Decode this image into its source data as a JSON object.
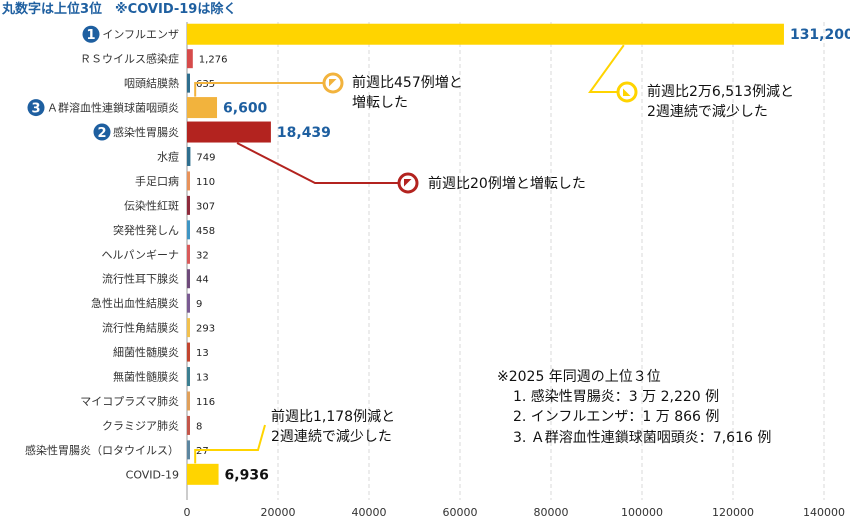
{
  "header": {
    "text": "丸数字は上位3位　※COVID-19は除く"
  },
  "chart_data": {
    "type": "bar",
    "orientation": "horizontal",
    "categories": [
      "インフルエンザ",
      "ＲＳウイルス感染症",
      "咽頭結膜熱",
      "Ａ群溶血性連鎖球菌咽頭炎",
      "感染性胃腸炎",
      "水痘",
      "手足口病",
      "伝染性紅斑",
      "突発性発しん",
      "ヘルパンギーナ",
      "流行性耳下腺炎",
      "急性出血性結膜炎",
      "流行性角結膜炎",
      "細菌性髄膜炎",
      "無菌性髄膜炎",
      "マイコプラズマ肺炎",
      "クラミジア肺炎",
      "感染性胃腸炎（ロタウイルス）",
      "COVID-19"
    ],
    "values": [
      131200,
      1276,
      635,
      6600,
      18439,
      749,
      110,
      307,
      458,
      32,
      44,
      9,
      293,
      13,
      13,
      116,
      8,
      27,
      6936
    ],
    "value_labels": [
      "131,200",
      "1,276",
      "635",
      "6,600",
      "18,439",
      "749",
      "110",
      "307",
      "458",
      "32",
      "44",
      "9",
      "293",
      "13",
      "13",
      "116",
      "8",
      "27",
      "6,936"
    ],
    "colors": [
      "#FFD400",
      "#D64B4B",
      "#2E6E8E",
      "#F2B33D",
      "#B3231F",
      "#2E6E8E",
      "#E8925A",
      "#8E2A3C",
      "#3E95C4",
      "#D95A5A",
      "#6E4A7A",
      "#7A5A92",
      "#F2C14E",
      "#C2452F",
      "#3C7F91",
      "#E0A05A",
      "#C4564A",
      "#5C86A0",
      "#FFD400"
    ],
    "label_emphasis": [
      true,
      false,
      false,
      true,
      true,
      false,
      false,
      false,
      false,
      false,
      false,
      false,
      false,
      false,
      false,
      false,
      false,
      false,
      true
    ],
    "emphasis_colors": [
      "#1E5FA0",
      "#1E5FA0",
      "#1E5FA0",
      "#111111"
    ],
    "rank_badges": [
      {
        "category_index": 0,
        "label": "1"
      },
      {
        "category_index": 4,
        "label": "2"
      },
      {
        "category_index": 3,
        "label": "3"
      }
    ],
    "xlim": [
      0,
      140000
    ],
    "xticks": [
      0,
      20000,
      40000,
      60000,
      80000,
      100000,
      120000,
      140000
    ],
    "xtick_labels": [
      "0",
      "20000",
      "40000",
      "60000",
      "80000",
      "100000",
      "120000",
      "140000"
    ],
    "grid": true,
    "annotations": [
      {
        "category_index": 0,
        "lines": [
          "前週比2万6,513例減と",
          "2週連続で減少した"
        ],
        "direction": "down",
        "color": "#FFD400"
      },
      {
        "category_index": 3,
        "lines": [
          "前週比457例増と",
          "増転した"
        ],
        "direction": "up",
        "color": "#F2B33D"
      },
      {
        "category_index": 4,
        "lines": [
          "前週比20例増と増転した"
        ],
        "direction": "up",
        "color": "#B3231F"
      },
      {
        "category_index": 18,
        "lines": [
          "前週比1,178例減と",
          "2週連続で減少した"
        ],
        "direction": "none",
        "color": "#FFD400"
      }
    ]
  },
  "note": {
    "title": "※2025 年同週の上位３位",
    "items": [
      "1. 感染性胃腸炎：3 万 2,220 例",
      "2. インフルエンザ：1 万 866 例",
      "3. Ａ群溶血性連鎖球菌咽頭炎：7,616 例"
    ]
  }
}
